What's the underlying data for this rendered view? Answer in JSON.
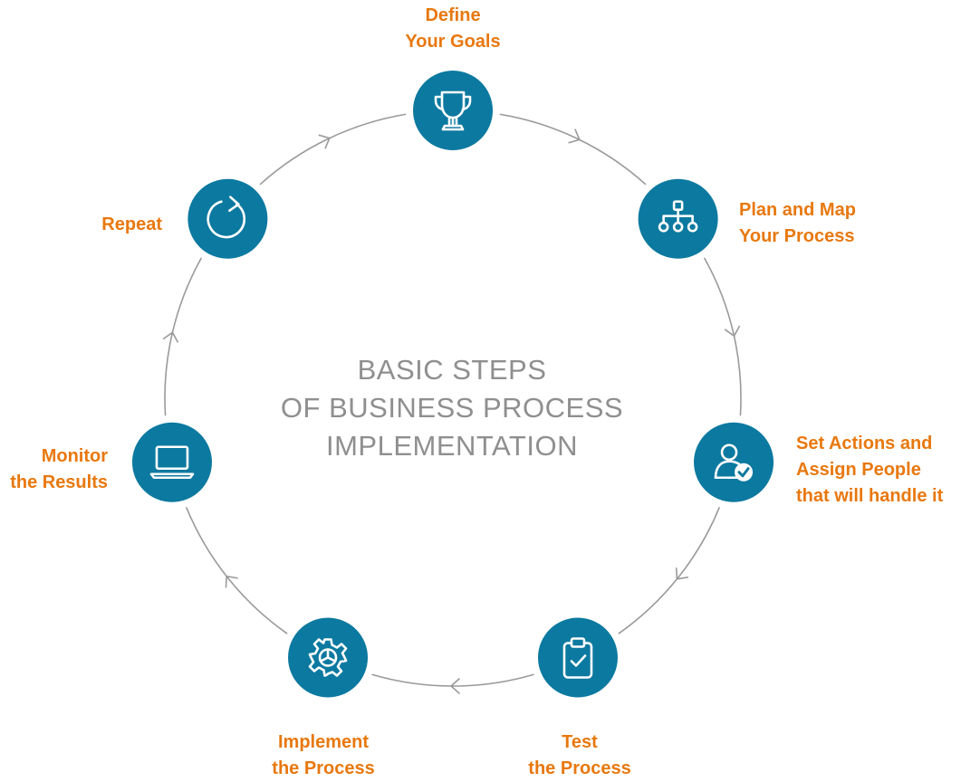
{
  "title_lines": [
    "BASIC STEPS",
    "OF BUSINESS PROCESS",
    "IMPLEMENTATION"
  ],
  "colors": {
    "node_fill": "#0c79a0",
    "label_text": "#e8780e",
    "title_text": "#8f8f8f",
    "connector": "#9a9a9a",
    "icon_stroke": "#ffffff"
  },
  "steps": [
    {
      "id": "define-goals",
      "icon": "trophy-icon",
      "label_lines": [
        "Define",
        "Your Goals"
      ]
    },
    {
      "id": "plan-map",
      "icon": "org-chart-icon",
      "label_lines": [
        "Plan and Map",
        "Your Process"
      ]
    },
    {
      "id": "set-actions",
      "icon": "user-check-icon",
      "label_lines": [
        "Set Actions and",
        "Assign People",
        "that will handle it"
      ]
    },
    {
      "id": "test",
      "icon": "clipboard-check-icon",
      "label_lines": [
        "Test",
        "the Process"
      ]
    },
    {
      "id": "implement",
      "icon": "gear-icon",
      "label_lines": [
        "Implement",
        "the Process"
      ]
    },
    {
      "id": "monitor",
      "icon": "laptop-icon",
      "label_lines": [
        "Monitor",
        "the Results"
      ]
    },
    {
      "id": "repeat",
      "icon": "refresh-icon",
      "label_lines": [
        "Repeat"
      ]
    }
  ]
}
